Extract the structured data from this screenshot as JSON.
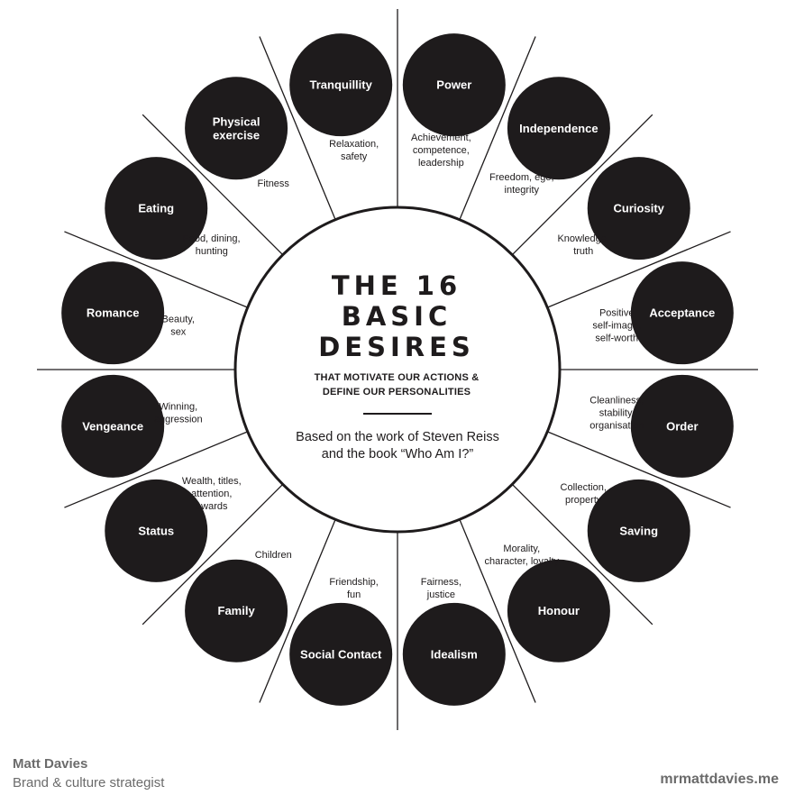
{
  "title_lines": [
    "THE 16",
    "BASIC",
    "DESIRES"
  ],
  "subtitle_lines": [
    "THAT MOTIVATE OUR ACTIONS &",
    "DEFINE OUR PERSONALITIES"
  ],
  "basis_lines": [
    "Based on the work of Steven Reiss",
    "and the book “Who Am I?”"
  ],
  "desires": [
    {
      "name": [
        "Power"
      ],
      "description": [
        "Achievement,",
        "competence,",
        "leadership"
      ]
    },
    {
      "name": [
        "Independence"
      ],
      "description": [
        "Freedom, ego,",
        "integrity"
      ]
    },
    {
      "name": [
        "Curiosity"
      ],
      "description": [
        "Knowledge,",
        "truth"
      ]
    },
    {
      "name": [
        "Acceptance"
      ],
      "description": [
        "Positive",
        "self-image,",
        "self-worth"
      ]
    },
    {
      "name": [
        "Order"
      ],
      "description": [
        "Cleanliness,",
        "stability,",
        "organisation"
      ]
    },
    {
      "name": [
        "Saving"
      ],
      "description": [
        "Collection,",
        "property"
      ]
    },
    {
      "name": [
        "Honour"
      ],
      "description": [
        "Morality,",
        "character, loyalty"
      ]
    },
    {
      "name": [
        "Idealism"
      ],
      "description": [
        "Fairness,",
        "justice"
      ]
    },
    {
      "name": [
        "Social Contact"
      ],
      "description": [
        "Friendship,",
        "fun"
      ]
    },
    {
      "name": [
        "Family"
      ],
      "description": [
        "Children"
      ]
    },
    {
      "name": [
        "Status"
      ],
      "description": [
        "Wealth, titles,",
        "attention,",
        "awards"
      ]
    },
    {
      "name": [
        "Vengeance"
      ],
      "description": [
        "Winning,",
        "aggression"
      ]
    },
    {
      "name": [
        "Romance"
      ],
      "description": [
        "Beauty,",
        "sex"
      ]
    },
    {
      "name": [
        "Eating"
      ],
      "description": [
        "Food, dining,",
        "hunting"
      ]
    },
    {
      "name": [
        "Physical",
        "exercise"
      ],
      "description": [
        "Fitness"
      ]
    },
    {
      "name": [
        "Tranquillity"
      ],
      "description": [
        "Relaxation,",
        "safety"
      ]
    }
  ],
  "footer": {
    "name": "Matt Davies",
    "role": "Brand & culture strategist",
    "website": "mrmattdavies.me"
  },
  "colors": {
    "ink": "#1e1b1c",
    "footer_text": "#6b6b6b",
    "background": "#ffffff"
  }
}
